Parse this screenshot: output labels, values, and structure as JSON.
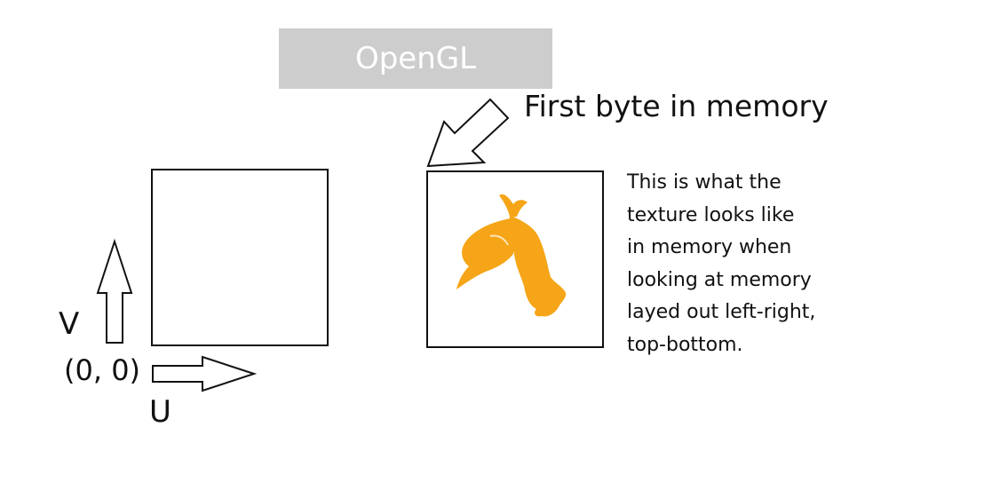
{
  "banner": {
    "label": "OpenGL"
  },
  "first_byte_label": "First byte in memory",
  "axes": {
    "v_label": "V",
    "origin_label": "(0, 0)",
    "u_label": "U"
  },
  "description": {
    "lines": [
      "This is what the",
      "texture looks like",
      "in memory when",
      "looking at memory",
      "layed out left-right,",
      "top-bottom."
    ]
  },
  "colors": {
    "banner_bg": "#cdcdcd",
    "texture_fill": "#f5a517",
    "stroke": "#111111"
  },
  "icons": {
    "texture_image": "flipped-bird-silhouette-icon"
  }
}
